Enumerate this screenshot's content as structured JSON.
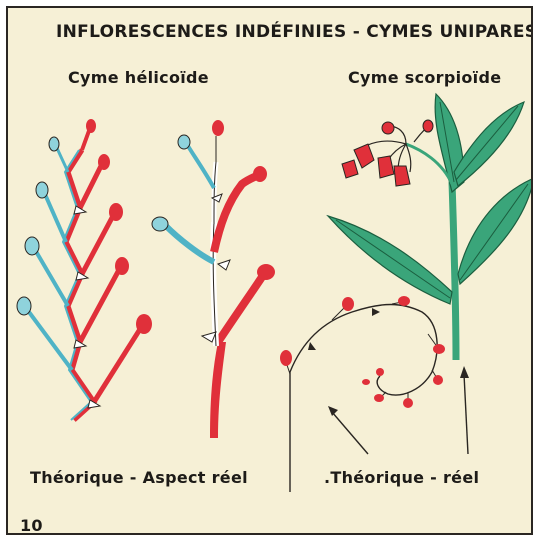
{
  "title": "INFLORESCENCES INDÉFINIES - CYMES UNIPARES",
  "left_heading": "Cyme hélicoïde",
  "right_heading": "Cyme scorpioïde",
  "left_caption": "Théorique - Aspect réel",
  "right_caption": ".Théorique - réel",
  "page_number": "10",
  "colors": {
    "background": "#f6f0d6",
    "red": "#e0303a",
    "blue": "#4fb3c6",
    "green": "#3aa57a",
    "ink": "#1d1b18"
  }
}
